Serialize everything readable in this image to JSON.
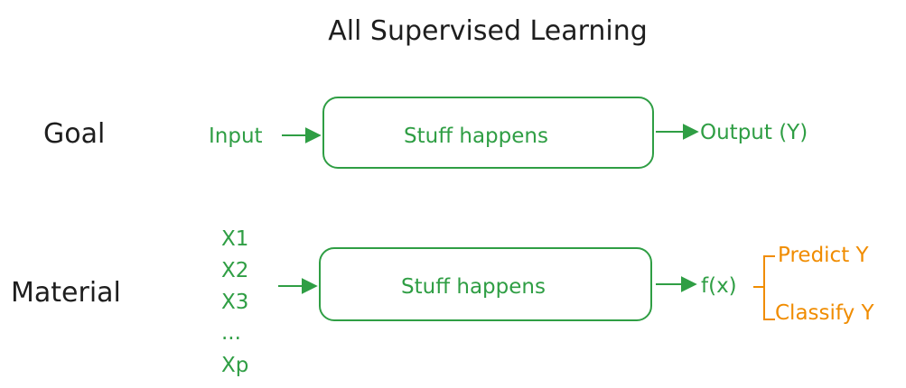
{
  "title": "All Supervised Learning",
  "colors": {
    "ink": "#1e1e1e",
    "green": "#2f9e44",
    "orange": "#f08c00"
  },
  "goal": {
    "label": "Goal",
    "input": "Input",
    "process": "Stuff happens",
    "output": "Output (Y)"
  },
  "material": {
    "label": "Material",
    "features": [
      "X1",
      "X2",
      "X3",
      "...",
      "Xp"
    ],
    "process": "Stuff happens",
    "function": "f(x)",
    "outcomes": [
      "Predict Y",
      "Classify Y"
    ]
  }
}
